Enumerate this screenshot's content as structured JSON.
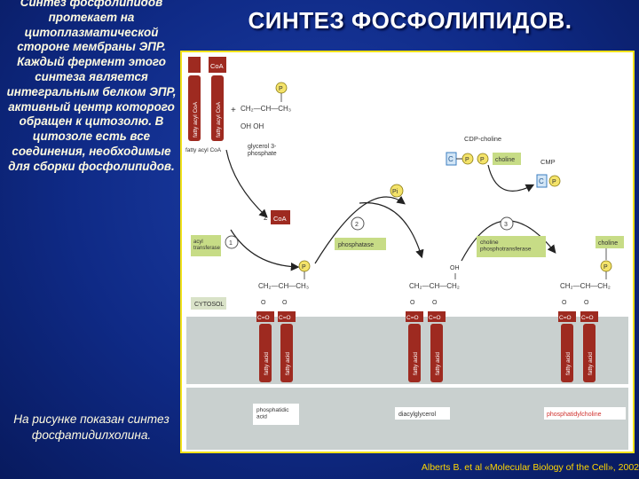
{
  "side_text": {
    "top": "Синтез фосфолипидов протекает на цитоплазматической стороне мембраны ЭПР. Каждый фермент этого синтеза является интегральным белком ЭПР, активный центр которого обращен к цитозолю. В цитозоле есть все соединения, необходимые для сборки фосфолипидов.",
    "bottom": "На рисунке показан синтез фосфатидилхолина."
  },
  "title": "СИНТЕЗ ФОСФОЛИПИДОВ.",
  "credit": "Alberts B. et al «Molecular Biology of the Cell», 2002",
  "diagram": {
    "coa": "CoA",
    "two_coa": "2",
    "p": "P",
    "pi": "Pi",
    "c": "C",
    "oh": "OH",
    "glycerol_label": "glycerol 3-\nphosphate",
    "fatty_acyl_coa": "fatty acyl CoA",
    "fatty_acid": "fatty acid",
    "cdp_choline": "CDP-choline",
    "cmp": "CMP",
    "choline": "choline",
    "acyl_transferase": "acyl\ntransferase",
    "phosphatase": "phosphatase",
    "choline_phosphotransferase": "choline\nphosphotransferase",
    "cytosol": "CYTOSOL",
    "phosphatidic_acid": "phosphatidic\nacid",
    "diacylglycerol": "diacylglycerol",
    "phosphatidylcholine": "phosphatidylcholine",
    "step1": "1",
    "step2": "2",
    "step3": "3",
    "c_o": "C=O",
    "o": "O",
    "ch2_ch_ch3": "CH₂—CH—CH₃",
    "ch2_ch_ch2": "CH₂—CH—CH₂",
    "oh_oh": "OH   OH",
    "plus": "+"
  },
  "colors": {
    "acid_red": "#9e2a20",
    "membrane": "#c9d0cf",
    "green_box": "#c7dc86",
    "blue_box": "#d3e6f6",
    "p_yellow": "#f4e36a"
  }
}
